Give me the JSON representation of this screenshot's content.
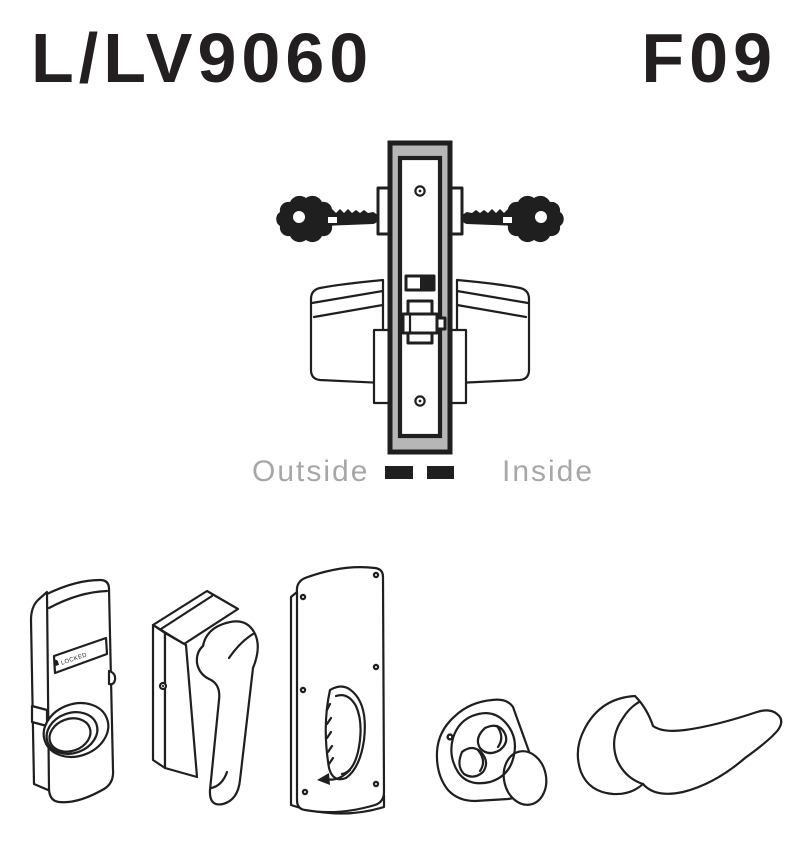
{
  "header": {
    "model": "L/LV9060",
    "function_code": "F09"
  },
  "diagram": {
    "outside_label": "Outside",
    "inside_label": "Inside",
    "indicator_text": "LOCKED",
    "icons": [
      "key-icon",
      "key-icon",
      "padlock-icon",
      "rotation-arrow-icon"
    ]
  },
  "illustrations": [
    {
      "name": "indicator-escutcheon"
    },
    {
      "name": "escutcheon-with-lever"
    },
    {
      "name": "thumbturn-escutcheon"
    },
    {
      "name": "emergency-release-rose"
    },
    {
      "name": "lever-handle"
    }
  ],
  "colors": {
    "ink": "#231f20",
    "line": "#1f1f1f",
    "case_gray": "#b6b6b6",
    "label_gray": "#a7a7a9"
  }
}
